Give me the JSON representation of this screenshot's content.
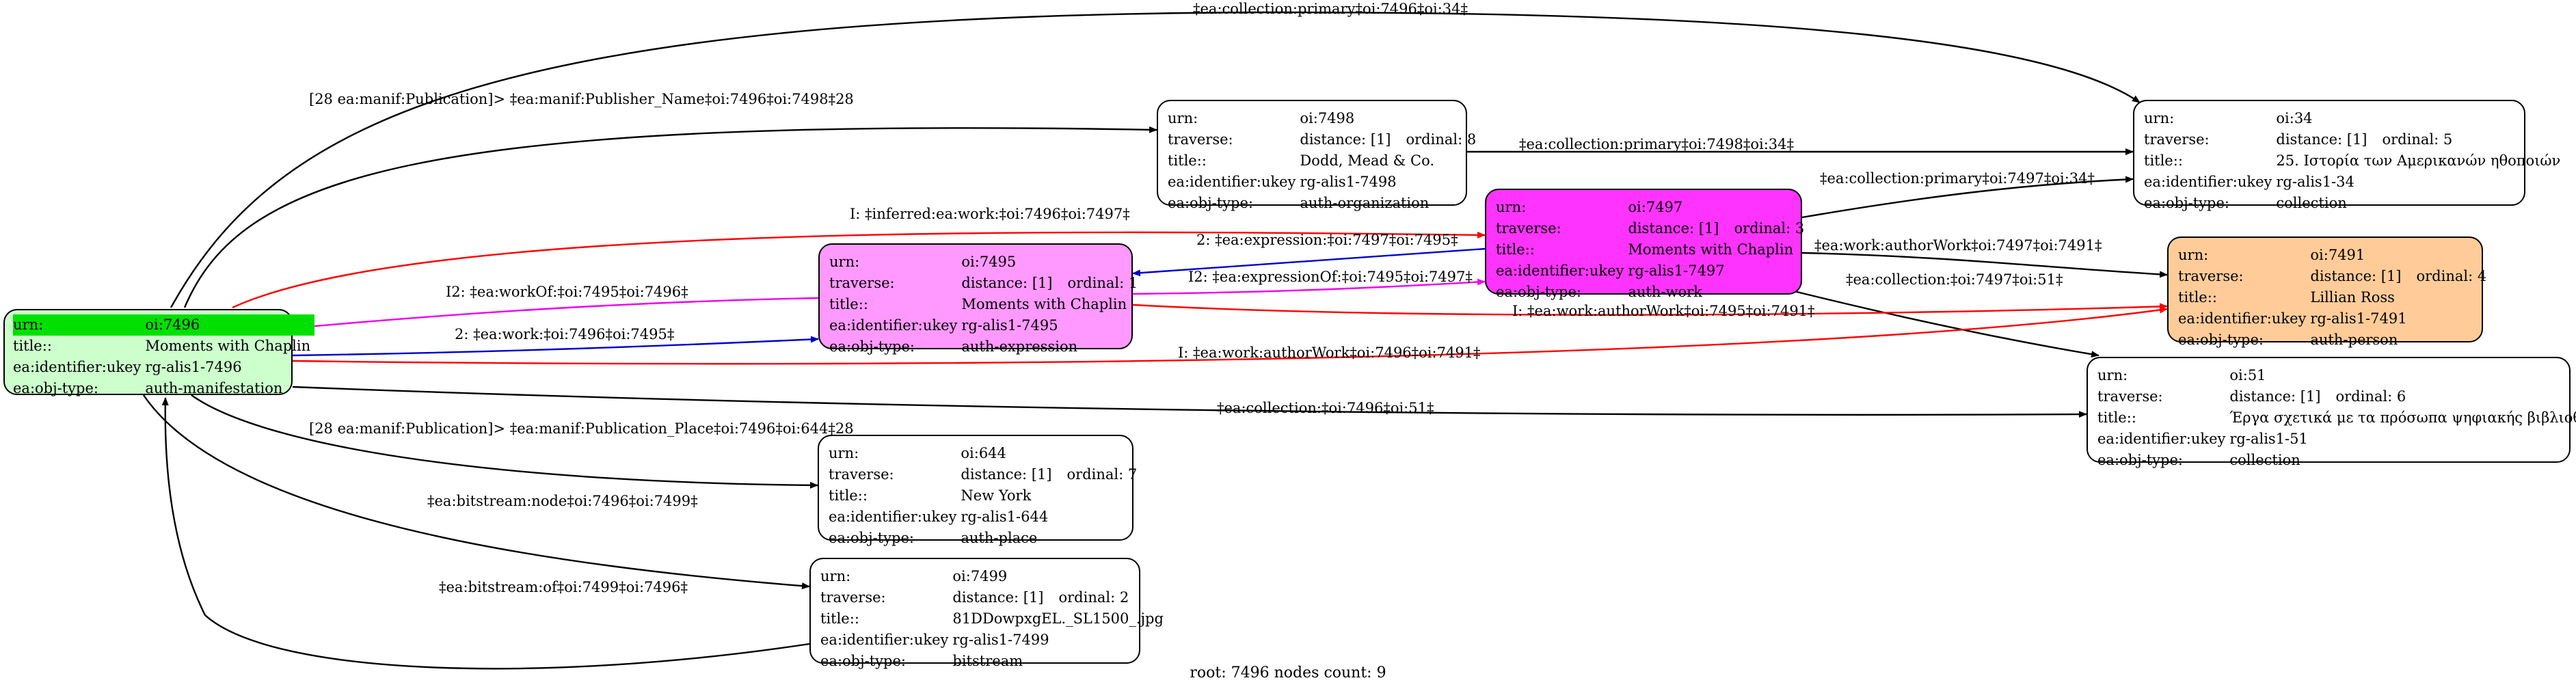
{
  "footer": "root: 7496 nodes count: 9",
  "colors": {
    "root_fill": "#ccffcc",
    "root_highlight": "#00e000",
    "expression_fill": "#ff99ff",
    "work_fill": "#ff33ff",
    "person_fill": "#ffcc99",
    "plain_fill": "#ffffff",
    "edge_black": "#000000",
    "edge_red": "#ff0000",
    "edge_blue": "#0000cc",
    "edge_magenta": "#ee00ee"
  },
  "nodes": {
    "n7496": {
      "urn_k": "urn:",
      "urn_v": "oi:7496",
      "title_k": "title::",
      "title_v": "Moments with Chaplin",
      "ukey_k": "ea:identifier:ukey",
      "ukey_v": "rg-alis1-7496",
      "type_k": "ea:obj-type:",
      "type_v": "auth-manifestation"
    },
    "n7498": {
      "urn_k": "urn:",
      "urn_v": "oi:7498",
      "trav_k": "traverse:",
      "dist": "distance: [1]",
      "ord": "ordinal: 8",
      "title_k": "title::",
      "title_v": "Dodd, Mead & Co.",
      "ukey_k": "ea:identifier:ukey",
      "ukey_v": "rg-alis1-7498",
      "type_k": "ea:obj-type:",
      "type_v": "auth-organization"
    },
    "n34": {
      "urn_k": "urn:",
      "urn_v": "oi:34",
      "trav_k": "traverse:",
      "dist": "distance: [1]",
      "ord": "ordinal: 5",
      "title_k": "title::",
      "title_v": "25. Ιστορία των Αμερικανών ηθοποιών",
      "ukey_k": "ea:identifier:ukey",
      "ukey_v": "rg-alis1-34",
      "type_k": "ea:obj-type:",
      "type_v": "collection"
    },
    "n7497": {
      "urn_k": "urn:",
      "urn_v": "oi:7497",
      "trav_k": "traverse:",
      "dist": "distance: [1]",
      "ord": "ordinal: 3",
      "title_k": "title::",
      "title_v": "Moments with Chaplin",
      "ukey_k": "ea:identifier:ukey",
      "ukey_v": "rg-alis1-7497",
      "type_k": "ea:obj-type:",
      "type_v": "auth-work"
    },
    "n7495": {
      "urn_k": "urn:",
      "urn_v": "oi:7495",
      "trav_k": "traverse:",
      "dist": "distance: [1]",
      "ord": "ordinal: 1",
      "title_k": "title::",
      "title_v": "Moments with Chaplin",
      "ukey_k": "ea:identifier:ukey",
      "ukey_v": "rg-alis1-7495",
      "type_k": "ea:obj-type:",
      "type_v": "auth-expression"
    },
    "n7491": {
      "urn_k": "urn:",
      "urn_v": "oi:7491",
      "trav_k": "traverse:",
      "dist": "distance: [1]",
      "ord": "ordinal: 4",
      "title_k": "title::",
      "title_v": "Lillian Ross",
      "ukey_k": "ea:identifier:ukey",
      "ukey_v": "rg-alis1-7491",
      "type_k": "ea:obj-type:",
      "type_v": "auth-person"
    },
    "n51": {
      "urn_k": "urn:",
      "urn_v": "oi:51",
      "trav_k": "traverse:",
      "dist": "distance: [1]",
      "ord": "ordinal: 6",
      "title_k": "title::",
      "title_v": "Έργα σχετικά με τα πρόσωπα ψηφιακής βιβλιοθήκης",
      "ukey_k": "ea:identifier:ukey",
      "ukey_v": "rg-alis1-51",
      "type_k": "ea:obj-type:",
      "type_v": "collection"
    },
    "n644": {
      "urn_k": "urn:",
      "urn_v": "oi:644",
      "trav_k": "traverse:",
      "dist": "distance: [1]",
      "ord": "ordinal: 7",
      "title_k": "title::",
      "title_v": "New York",
      "ukey_k": "ea:identifier:ukey",
      "ukey_v": "rg-alis1-644",
      "type_k": "ea:obj-type:",
      "type_v": "auth-place"
    },
    "n7499": {
      "urn_k": "urn:",
      "urn_v": "oi:7499",
      "trav_k": "traverse:",
      "dist": "distance: [1]",
      "ord": "ordinal: 2",
      "title_k": "title::",
      "title_v": "81DDowpxgEL._SL1500_.jpg",
      "ukey_k": "ea:identifier:ukey",
      "ukey_v": "rg-alis1-7499",
      "type_k": "ea:obj-type:",
      "type_v": "bitstream"
    }
  },
  "edges": [
    {
      "id": "e1",
      "label": "‡ea:collection:primary‡oi:7496‡oi:34‡",
      "color": "black"
    },
    {
      "id": "e2",
      "label": "[28 ea:manif:Publication]> ‡ea:manif:Publisher_Name‡oi:7496‡oi:7498‡28",
      "color": "black"
    },
    {
      "id": "e3",
      "label": "‡ea:collection:primary‡oi:7498‡oi:34‡",
      "color": "black"
    },
    {
      "id": "e4",
      "label": "‡ea:collection:primary‡oi:7497‡oi:34‡",
      "color": "black"
    },
    {
      "id": "e5",
      "label": "I: ‡inferred:ea:work:‡oi:7496‡oi:7497‡",
      "color": "red"
    },
    {
      "id": "e6",
      "label": "2: ‡ea:expression:‡oi:7497‡oi:7495‡",
      "color": "blue"
    },
    {
      "id": "e7",
      "label": "I2: ‡ea:expressionOf:‡oi:7495‡oi:7497‡",
      "color": "magenta"
    },
    {
      "id": "e8",
      "label": "‡ea:work:authorWork‡oi:7497‡oi:7491‡",
      "color": "black"
    },
    {
      "id": "e9",
      "label": "‡ea:collection:‡oi:7497‡oi:51‡",
      "color": "black"
    },
    {
      "id": "e10",
      "label": "I2: ‡ea:workOf:‡oi:7495‡oi:7496‡",
      "color": "magenta"
    },
    {
      "id": "e11",
      "label": "2: ‡ea:work:‡oi:7496‡oi:7495‡",
      "color": "blue"
    },
    {
      "id": "e12",
      "label": "I: ‡ea:work:authorWork‡oi:7495‡oi:7491‡",
      "color": "red"
    },
    {
      "id": "e13",
      "label": "I: ‡ea:work:authorWork‡oi:7496‡oi:7491‡",
      "color": "red"
    },
    {
      "id": "e14",
      "label": "‡ea:collection:‡oi:7496‡oi:51‡",
      "color": "black"
    },
    {
      "id": "e15",
      "label": "[28 ea:manif:Publication]> ‡ea:manif:Publication_Place‡oi:7496‡oi:644‡28",
      "color": "black"
    },
    {
      "id": "e16",
      "label": "‡ea:bitstream:node‡oi:7496‡oi:7499‡",
      "color": "black"
    },
    {
      "id": "e17",
      "label": "‡ea:bitstream:of‡oi:7499‡oi:7496‡",
      "color": "black"
    }
  ]
}
